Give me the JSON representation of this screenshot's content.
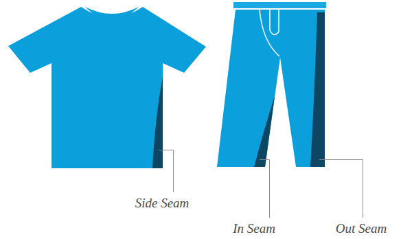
{
  "diagram": {
    "labels": [
      "Side Seam",
      "In Seam",
      "Out Seam"
    ]
  }
}
